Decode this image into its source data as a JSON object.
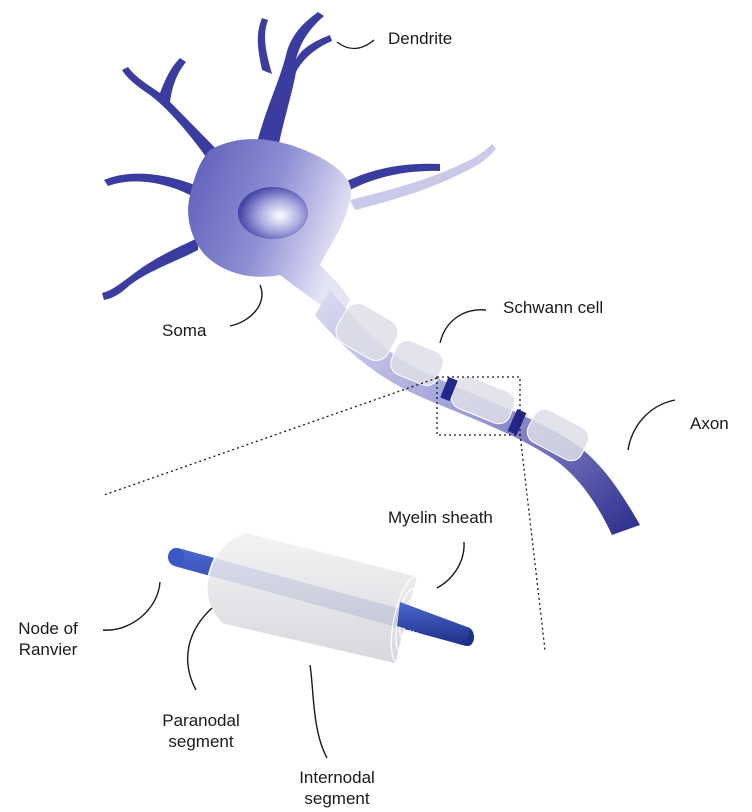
{
  "labels": {
    "dendrite": "Dendrite",
    "soma": "Soma",
    "schwann_cell": "Schwann cell",
    "axon": "Axon",
    "myelin_sheath": "Myelin sheath",
    "node_of_ranvier_line1": "Node of",
    "node_of_ranvier_line2": "Ranvier",
    "paranodal_line1": "Paranodal",
    "paranodal_line2": "segment",
    "internodal_line1": "Internodal",
    "internodal_line2": "segment"
  },
  "colors": {
    "neuron_dark": "#2e2f8f",
    "neuron_mid": "#6d6fc4",
    "neuron_light": "#d9daf2",
    "myelin": "#e3e3e6",
    "axon_core": "#2c46a6",
    "leader_line": "#1a1a1a"
  }
}
